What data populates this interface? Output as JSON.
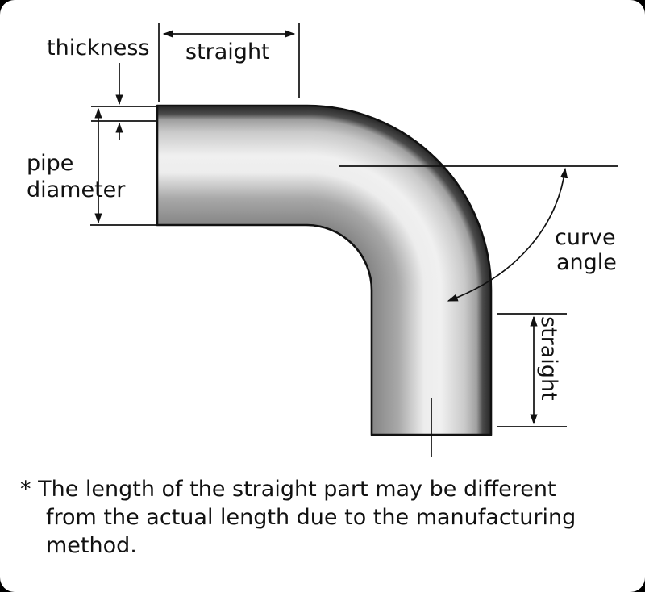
{
  "diagram": {
    "labels": {
      "thickness": "thickness",
      "straight_top": "straight",
      "pipe_diameter": {
        "line1": "pipe",
        "line2": "diameter"
      },
      "curve_angle": {
        "line1": "curve",
        "line2": "angle"
      },
      "straight_right": "straight"
    },
    "colors": {
      "line": "#111111",
      "pipe_outer_dark": "#262626",
      "pipe_highlight": "#f0f0f0",
      "pipe_inner_shade": "#858585",
      "background": "#ffffff",
      "corner_frame": "#000000"
    }
  },
  "footnote": {
    "lines": [
      "* The length of the straight part may be different",
      "from the actual length due to the manufacturing",
      "method."
    ]
  }
}
